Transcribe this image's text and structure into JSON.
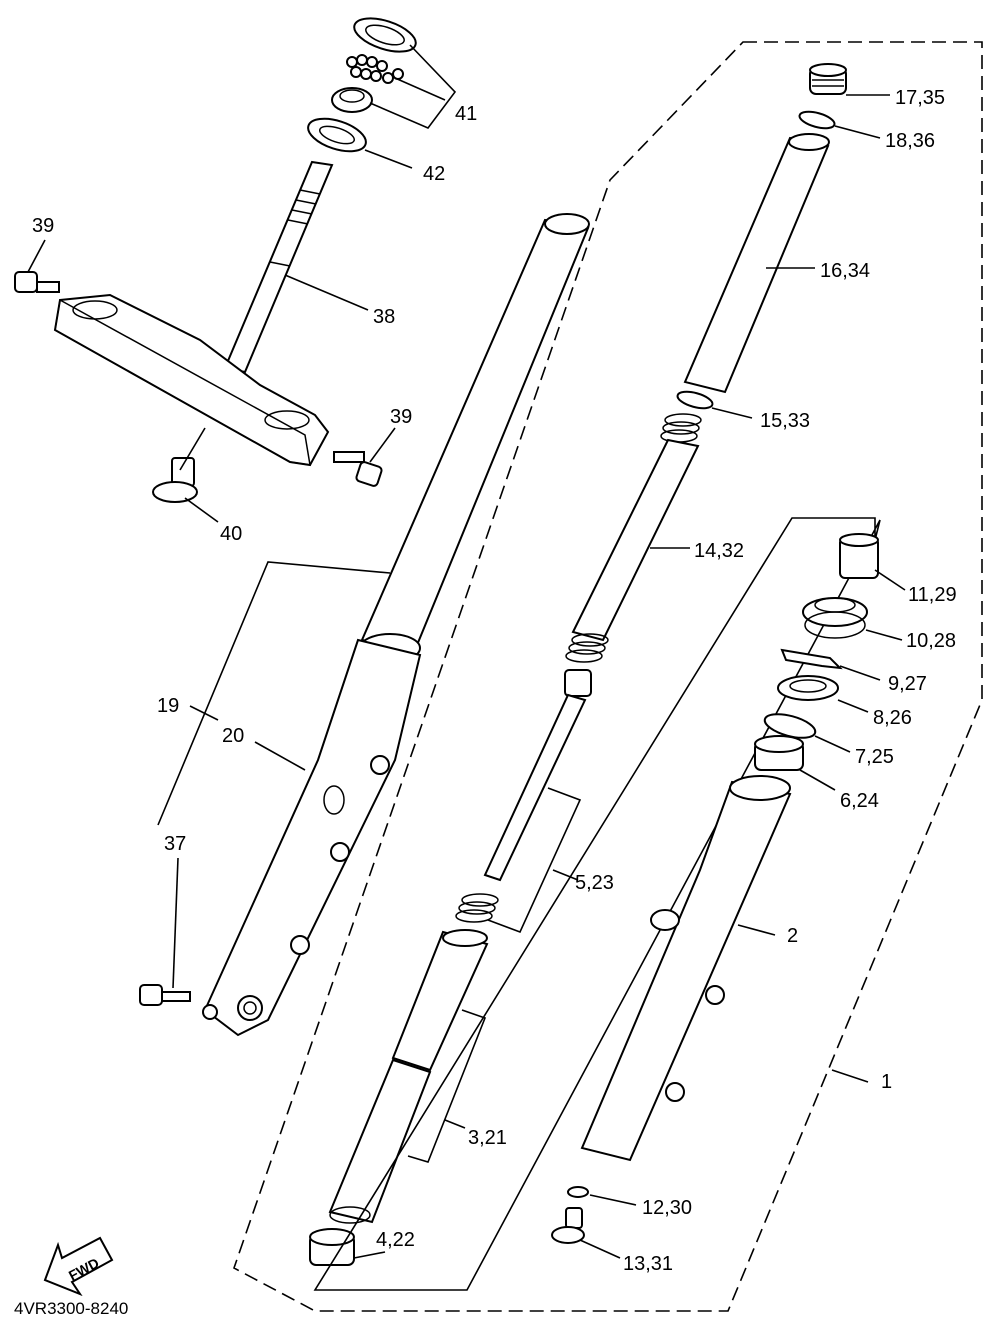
{
  "diagram": {
    "drawing_code": "4VR3300-8240",
    "fwd_label": "FWD",
    "labels": [
      {
        "id": "p41",
        "text": "41"
      },
      {
        "id": "p42",
        "text": "42"
      },
      {
        "id": "p39a",
        "text": "39"
      },
      {
        "id": "p38",
        "text": "38"
      },
      {
        "id": "p39b",
        "text": "39"
      },
      {
        "id": "p40",
        "text": "40"
      },
      {
        "id": "p17",
        "text": "17,35"
      },
      {
        "id": "p18",
        "text": "18,36"
      },
      {
        "id": "p16",
        "text": "16,34"
      },
      {
        "id": "p15",
        "text": "15,33"
      },
      {
        "id": "p14",
        "text": "14,32"
      },
      {
        "id": "p11",
        "text": "11,29"
      },
      {
        "id": "p10",
        "text": "10,28"
      },
      {
        "id": "p9",
        "text": "9,27"
      },
      {
        "id": "p8",
        "text": "8,26"
      },
      {
        "id": "p7",
        "text": "7,25"
      },
      {
        "id": "p6",
        "text": "6,24"
      },
      {
        "id": "p19",
        "text": "19"
      },
      {
        "id": "p20",
        "text": "20"
      },
      {
        "id": "p37",
        "text": "37"
      },
      {
        "id": "p5",
        "text": "5,23"
      },
      {
        "id": "p2",
        "text": "2"
      },
      {
        "id": "p1",
        "text": "1"
      },
      {
        "id": "p3",
        "text": "3,21"
      },
      {
        "id": "p12",
        "text": "12,30"
      },
      {
        "id": "p4",
        "text": "4,22"
      },
      {
        "id": "p13",
        "text": "13,31"
      }
    ]
  }
}
